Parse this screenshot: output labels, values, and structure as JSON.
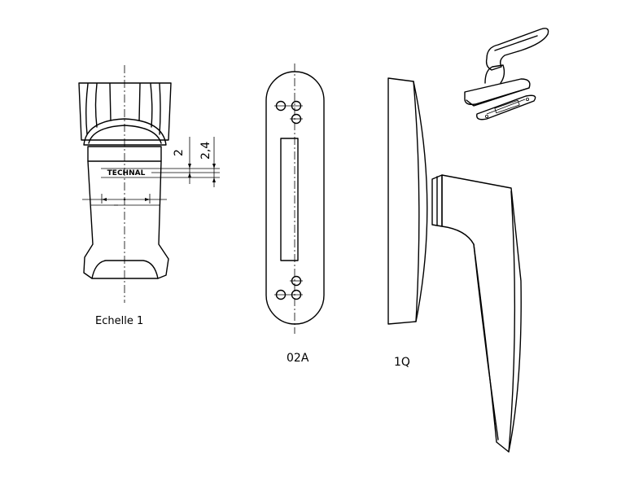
{
  "front_view": {
    "scale_label": "Echelle 1",
    "brand_text": "TECHNAL",
    "dim_small": "2",
    "dim_large": "2,4"
  },
  "backplate_view": {
    "label": "02A"
  },
  "side_view": {
    "label": "1Q"
  },
  "colors": {
    "line": "#000000",
    "background": "#ffffff"
  }
}
